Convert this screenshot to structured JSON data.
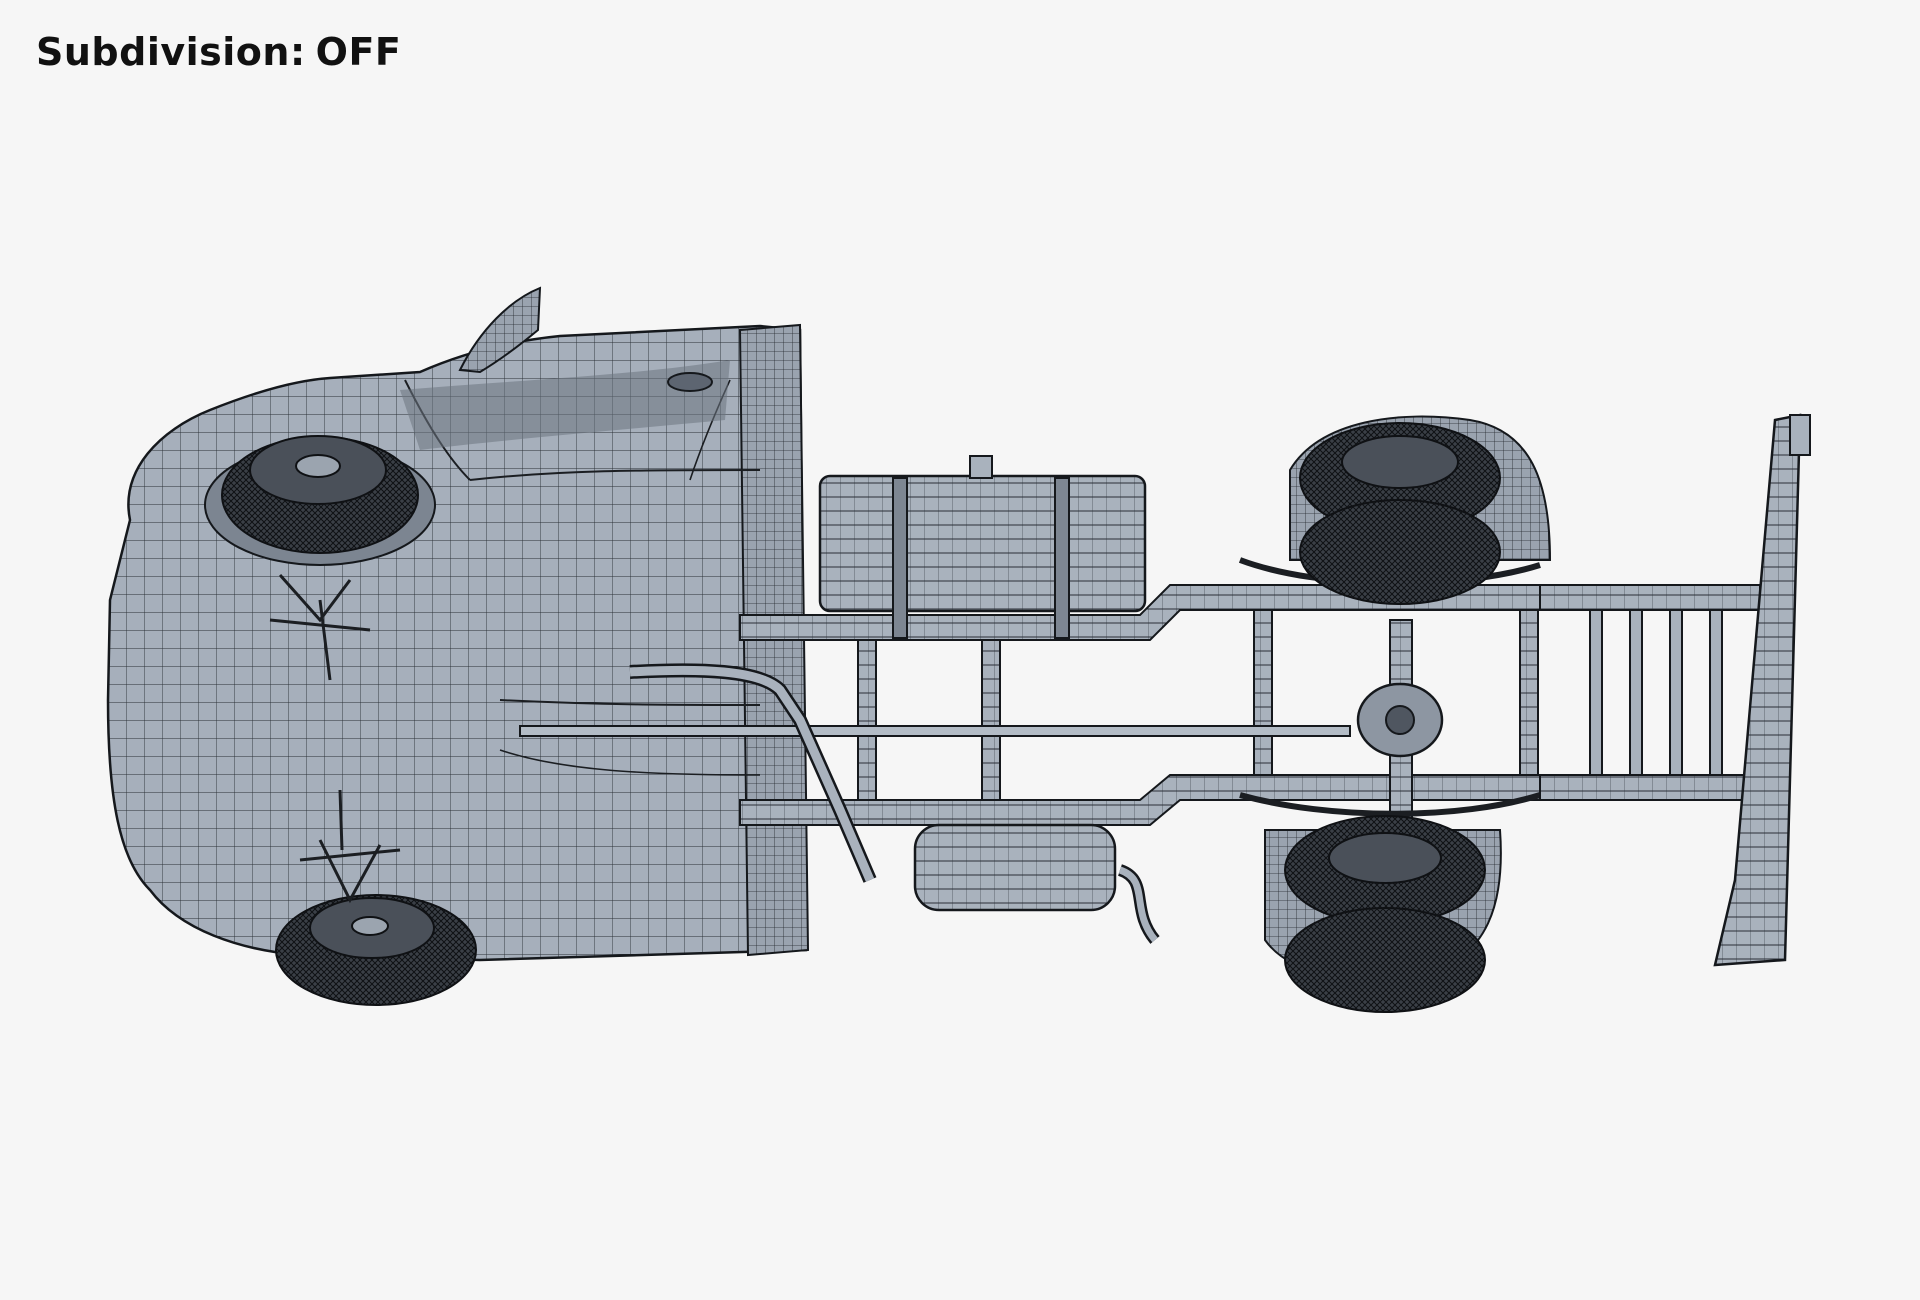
{
  "caption": {
    "label": "Subdivision:",
    "value": "OFF"
  },
  "render": {
    "subject": "truck-chassis-underside-wireframe",
    "background_color": "#f6f6f6",
    "surface_color": "#a3acb8",
    "wire_color": "#1a1d22"
  }
}
